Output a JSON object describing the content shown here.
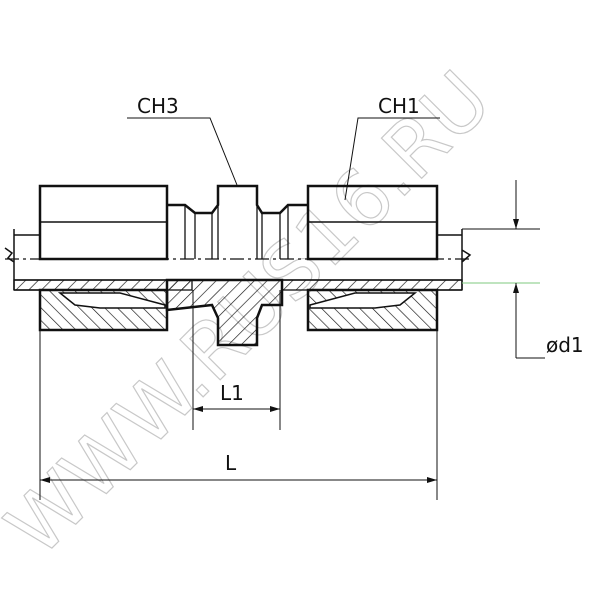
{
  "labels": {
    "ch3": "CH3",
    "ch1": "CH1",
    "l1": "L1",
    "l": "L",
    "d1": "ød1"
  },
  "watermark": "WWW.RUS16.RU",
  "colors": {
    "line": "#111111",
    "green": "#7fc87f",
    "watermark": "#c8c8c8"
  }
}
